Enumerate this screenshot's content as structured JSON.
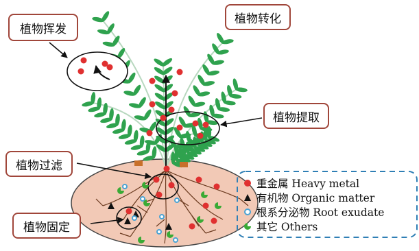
{
  "labels": {
    "volatilization": "植物挥发",
    "transformation": "植物转化",
    "extraction": "植物提取",
    "filtration": "植物过滤",
    "stabilization": "植物固定"
  },
  "legend": [
    {
      "icon": "red-circle-icon",
      "color": "#e03030",
      "label": "重金属 Heavy metal"
    },
    {
      "icon": "black-triangle-icon",
      "color": "#111111",
      "label": "有机物 Organic matter"
    },
    {
      "icon": "blue-ring-icon",
      "color": "#4aa3d4",
      "label": "根系分泌物 Root exudate"
    },
    {
      "icon": "green-pie-icon",
      "color": "#3aaa35",
      "label": "其它 Others"
    }
  ],
  "colors": {
    "callout_border": "#a0463a",
    "soil": "#f2c9b6",
    "leaf": "#2fa24e",
    "root": "#6b3a1f",
    "legend_border": "#2f7fb5"
  }
}
